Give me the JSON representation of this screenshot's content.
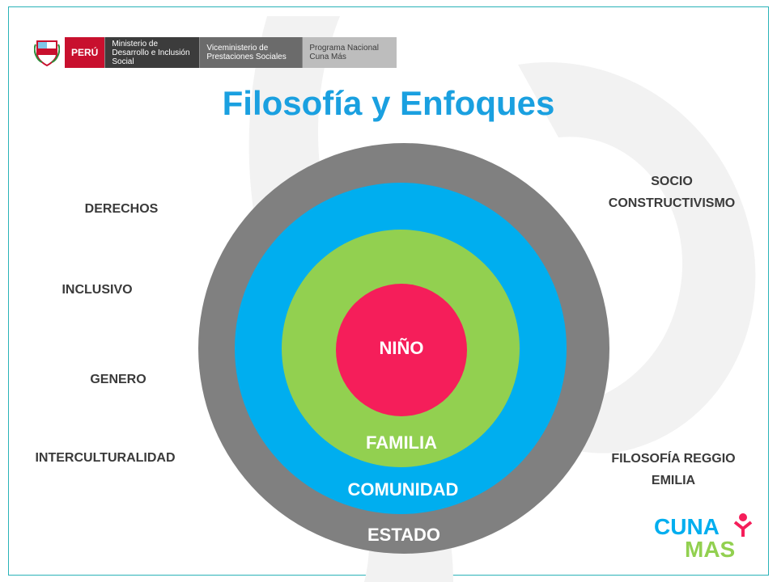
{
  "header": {
    "country": "PERÚ",
    "ministry": "Ministerio de Desarrollo e Inclusión Social",
    "vice_ministry": "Viceministerio de Prestaciones Sociales",
    "program": "Programa Nacional Cuna Más"
  },
  "title": "Filosofía y Enfoques",
  "rings": {
    "center": "NIÑO",
    "ring2": "FAMILIA",
    "ring3": "COMUNIDAD",
    "ring4": "ESTADO"
  },
  "left_labels": [
    "DERECHOS",
    "INCLUSIVO",
    "GENERO",
    "INTERCULTURALIDAD"
  ],
  "right_labels": {
    "top_line1": "SOCIO",
    "top_line2": "CONSTRUCTIVISMO",
    "bottom_line1": "FILOSOFÍA REGGIO",
    "bottom_line2": "EMILIA"
  },
  "logo": {
    "line1": "CUNA",
    "line2": "MAS"
  },
  "colors": {
    "title": "#1aa0e0",
    "estado": "#808080",
    "comunidad": "#00aeef",
    "familia": "#92d050",
    "nino": "#f51e5a",
    "frame": "#2ab3b8"
  }
}
